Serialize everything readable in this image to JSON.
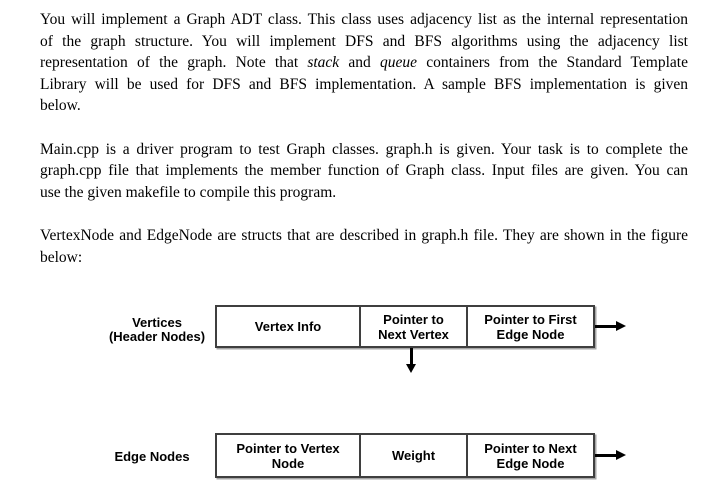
{
  "page": {
    "background_color": "#ffffff",
    "text_color": "#000000"
  },
  "document": {
    "p1": {
      "l1": "You will implement a Graph ADT class. This class uses adjacency list as the internal representation",
      "l2": "of the graph structure. You will implement DFS and BFS algorithms using the adjacency list",
      "l3a": "representation of the graph. Note that ",
      "l3b": "stack",
      "l3c": " and ",
      "l3d": "queue",
      "l3e": " containers from the Standard Template",
      "l4": "Library will be used for DFS and BFS implementation. A sample BFS implementation is given",
      "l5": "below."
    },
    "p2": {
      "l1": "Main.cpp is a driver program to test Graph classes. graph.h is given. Your task is to complete the",
      "l2": "graph.cpp file that implements the member function of Graph class. Input files are given. You can",
      "l3": "use the given makefile to compile this program."
    },
    "p3": {
      "l1": "VertexNode and EdgeNode are structs that are described in graph.h file. They are shown in the figure",
      "l2": "below:"
    }
  },
  "figure": {
    "vertices": {
      "label_line1": "Vertices",
      "label_line2": "(Header Nodes)",
      "cell1_line1": "Vertex Info",
      "cell2_line1": "Pointer to",
      "cell2_line2": "Next Vertex",
      "cell3_line1": "Pointer to First",
      "cell3_line2": "Edge Node"
    },
    "edges": {
      "label": "Edge Nodes",
      "cell1_line1": "Pointer to Vertex",
      "cell1_line2": "Node",
      "cell2_line1": "Weight",
      "cell3_line1": "Pointer to Next",
      "cell3_line2": "Edge Node"
    },
    "colors": {
      "box_border": "#3f3f3f",
      "arrow": "#000000"
    }
  }
}
